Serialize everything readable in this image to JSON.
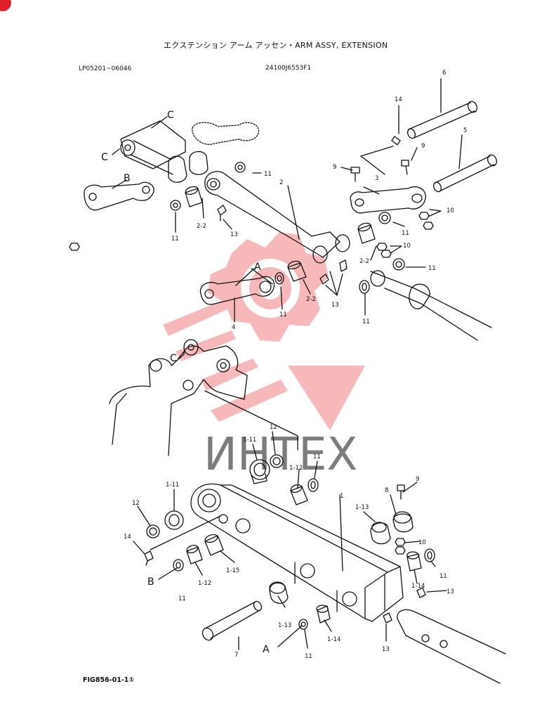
{
  "header": {
    "title": "エクステンション アーム アッセン・ARM ASSY, EXTENSION",
    "serial_range": "LP05201~06046",
    "part_number": "24100J6553F1"
  },
  "footer": {
    "figure_id": "FIG856-01-1①"
  },
  "watermark": {
    "text": "ИНТЕХ",
    "color": "#e8262d"
  },
  "callouts": {
    "n6": "6",
    "n14a": "14",
    "n5": "5",
    "n9a": "9",
    "n9b": "9",
    "n3": "3",
    "n10a": "10",
    "n10b": "10",
    "n11a": "11",
    "n11b": "11",
    "n11c": "11",
    "n11d": "11",
    "n11e": "11",
    "n11f": "11",
    "n2": "2",
    "n2_2a": "2-2",
    "n2_2b": "2-2",
    "n2_2c": "2-2",
    "n13a": "13",
    "n13b": "13",
    "n4": "4",
    "nA1": "A",
    "nB1": "B",
    "nC1": "C",
    "nC2": "C",
    "nC3": "C",
    "n12a": "12",
    "n1_11a": "1-11",
    "n1_12a": "1-12",
    "n11g": "11",
    "n1": "1",
    "n1_13a": "1-13",
    "n8": "8",
    "n9c": "9",
    "n10c": "10",
    "n11h": "11",
    "n1_14a": "1-14",
    "n13c": "13",
    "n12b": "12",
    "n1_11b": "1-11",
    "n14b": "14",
    "n1_15": "1-15",
    "n1_12b": "1-12",
    "nB2": "B",
    "n11i": "11",
    "n1_13b": "1-13",
    "n1_14b": "1-14",
    "n13d": "13",
    "n7": "7",
    "nA2": "A",
    "n11j": "11"
  }
}
